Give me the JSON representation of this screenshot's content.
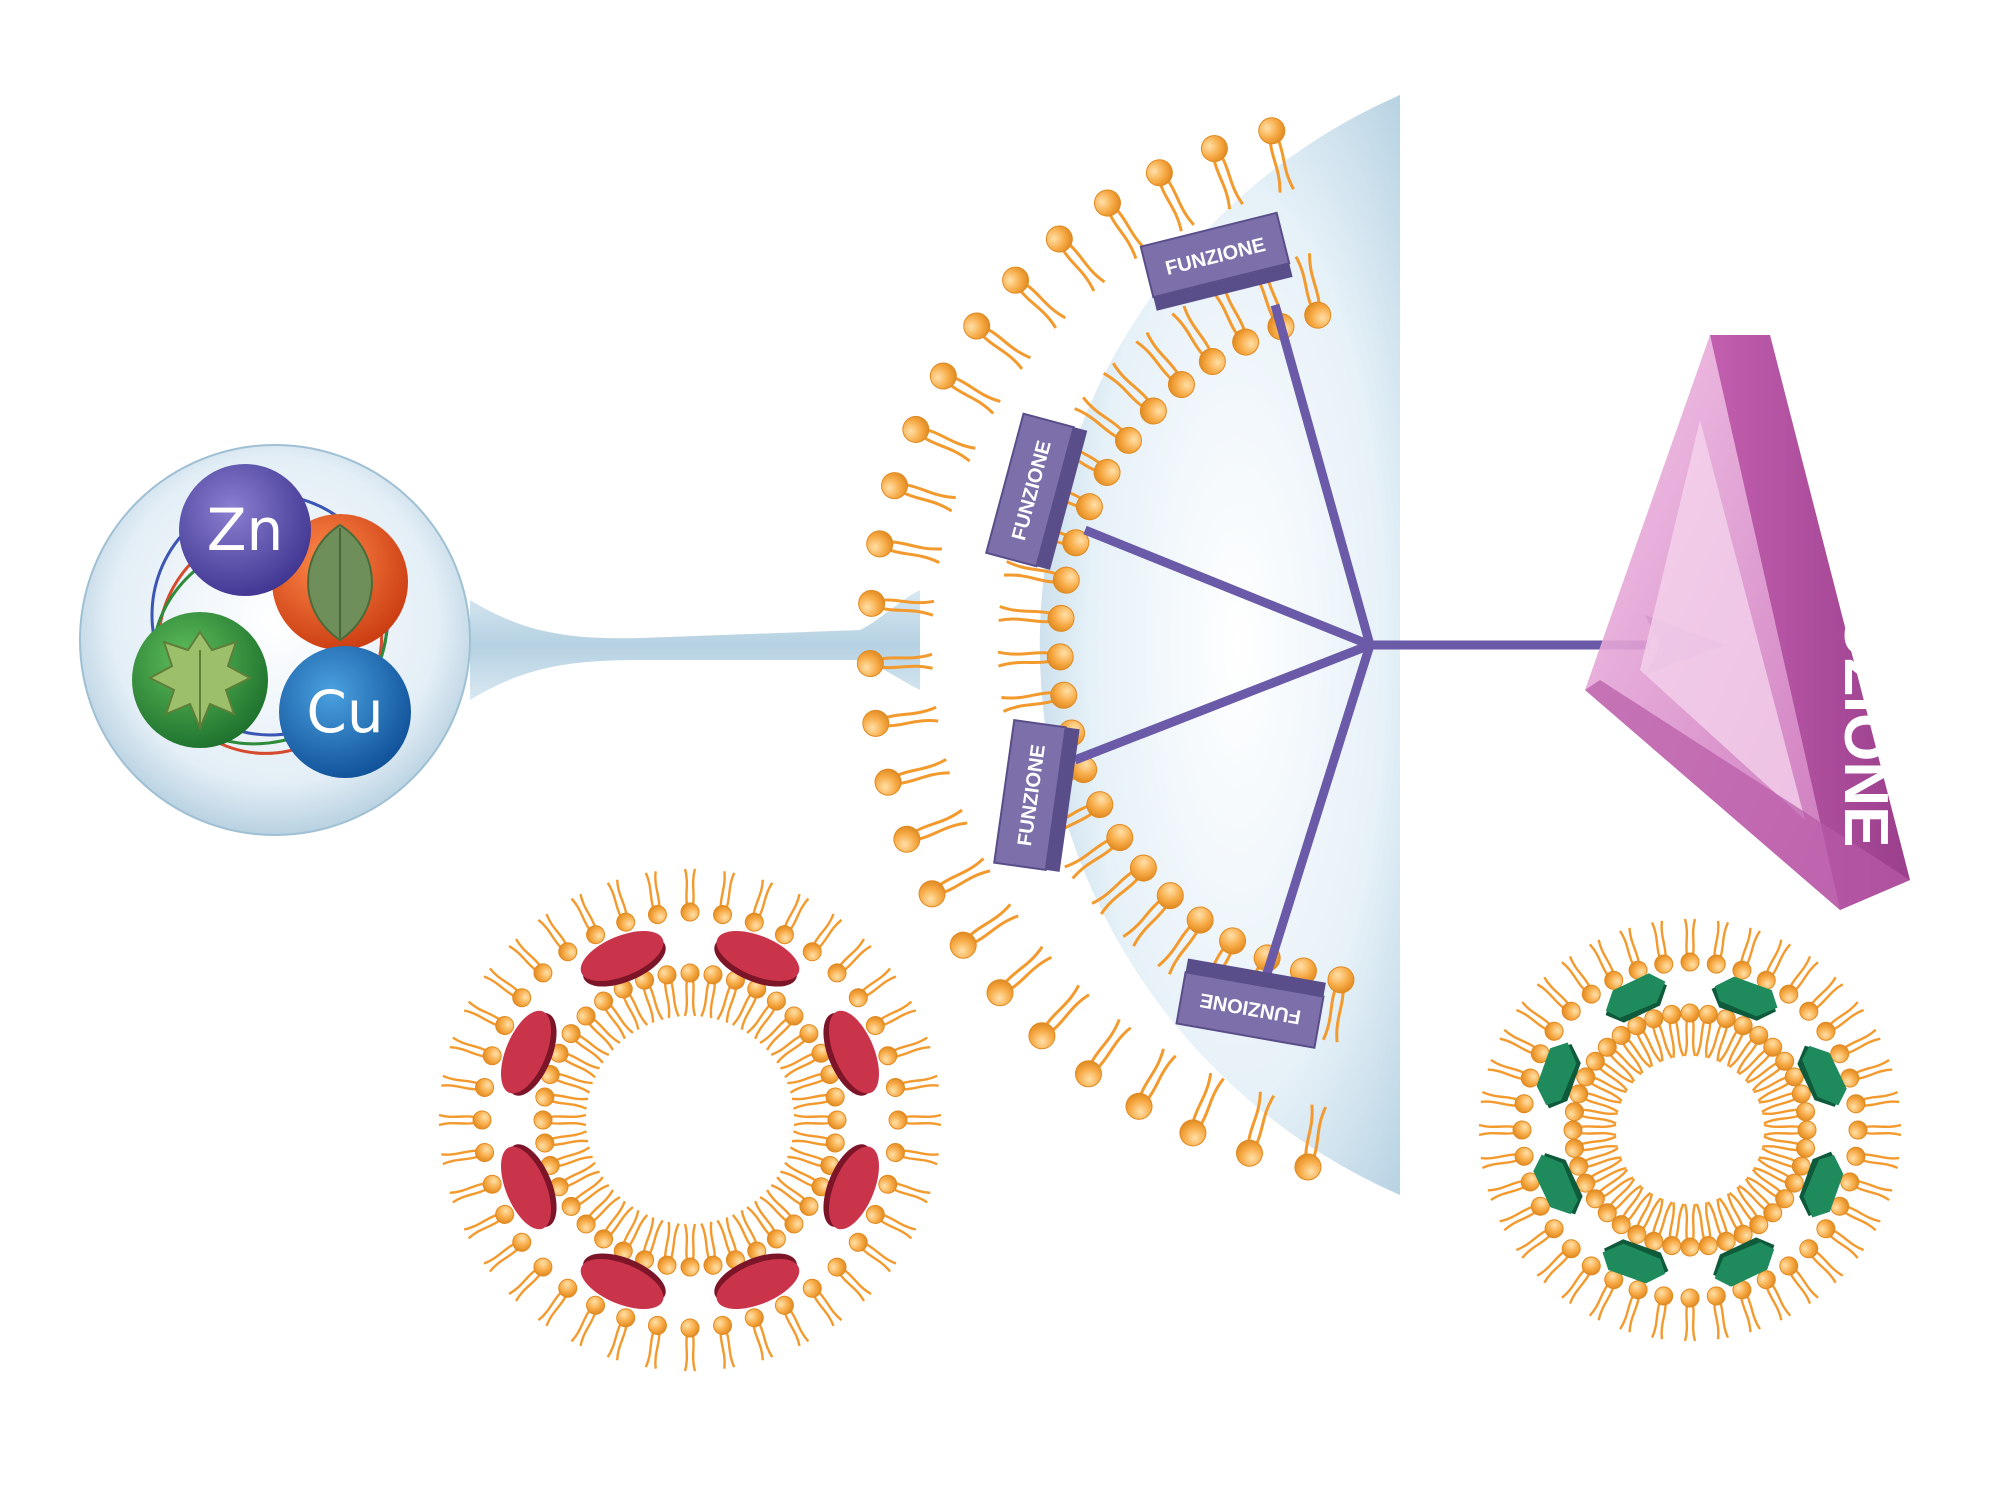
{
  "diagram": {
    "sphere_symbols": [
      "Zn",
      "Cu"
    ],
    "function_label": "FUNZIONE",
    "interruption_label": "INTERRUZIONE"
  },
  "colors": {
    "lipid_orange": "#f39a2e",
    "lipid_head": "#f7b04c",
    "arrow_purple": "#6a5aa8",
    "protein_box": "#7d70aa",
    "zn_atom": "#5a4ea3",
    "cu_atom": "#1f6fb8",
    "leaf_green": "#2e8b3a",
    "seed_orange": "#e8541e",
    "red_protein": "#c9344a",
    "green_protein": "#1f8a5c",
    "prism_pink": "#d97fc4",
    "bubble_blue": "#cfe4f0"
  },
  "icons": [
    "zinc-atom-icon",
    "copper-atom-icon",
    "grape-leaf-icon",
    "seed-icon",
    "lipid-molecule-icon",
    "prism-icon"
  ]
}
